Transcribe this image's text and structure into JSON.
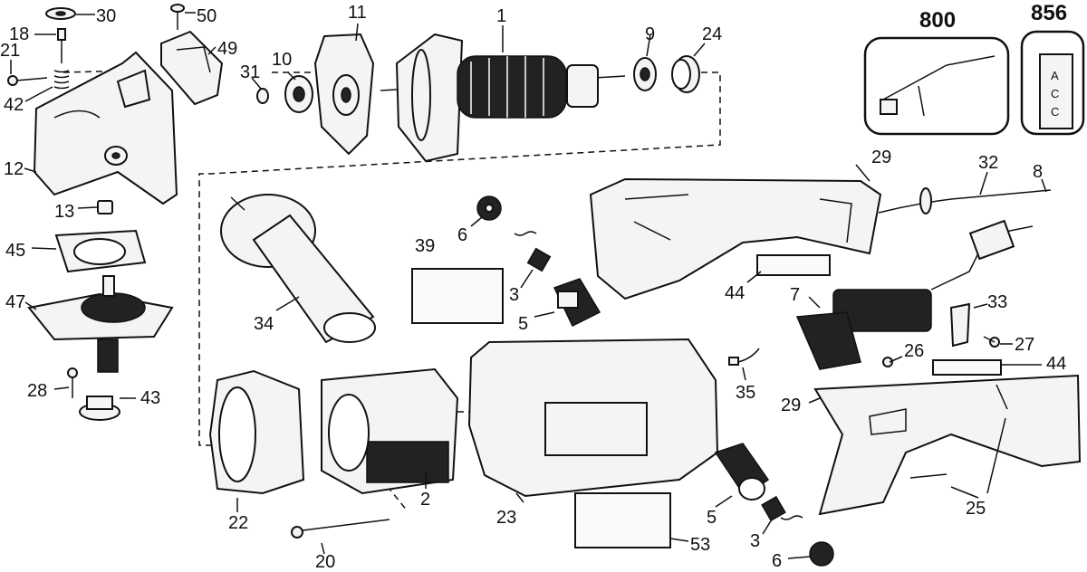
{
  "labels": {
    "p1": "1",
    "p2": "2",
    "p3a": "3",
    "p3b": "3",
    "p5a": "5",
    "p5b": "5",
    "p6a": "6",
    "p6b": "6",
    "p7": "7",
    "p8": "8",
    "p9": "9",
    "p10": "10",
    "p11": "11",
    "p12": "12",
    "p13": "13",
    "p18": "18",
    "p20": "20",
    "p21": "21",
    "p22": "22",
    "p23": "23",
    "p24": "24",
    "p25": "25",
    "p26": "26",
    "p27": "27",
    "p28": "28",
    "p29a": "29",
    "p29b": "29",
    "p30": "30",
    "p31": "31",
    "p32": "32",
    "p33": "33",
    "p34": "34",
    "p35": "35",
    "p39": "39",
    "p42": "42",
    "p43": "43",
    "p44a": "44",
    "p44b": "44",
    "p45": "45",
    "p47": "47",
    "p49": "49",
    "p50": "50",
    "p53": "53",
    "p800": "800",
    "p856": "856"
  },
  "kit_856_text": [
    "A",
    "C",
    "C"
  ]
}
